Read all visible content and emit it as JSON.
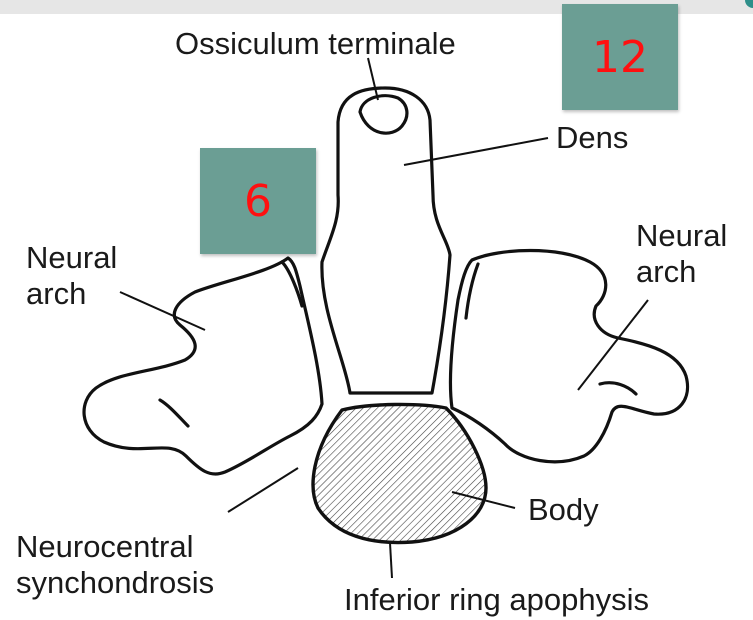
{
  "labels": {
    "ossiculum_terminale": "Ossiculum terminale",
    "dens": "Dens",
    "neural_arch_left_1": "Neural",
    "neural_arch_left_2": "arch",
    "neural_arch_right_1": "Neural",
    "neural_arch_right_2": "arch",
    "body": "Body",
    "neurocentral_1": "Neurocentral",
    "neurocentral_2": "synchondrosis",
    "inferior_ring": "Inferior ring apophysis"
  },
  "badges": {
    "top_right": "12",
    "left": "6"
  },
  "colors": {
    "badge_bg": "#6b9e94",
    "badge_text": "#ff1010",
    "line": "#111111"
  }
}
